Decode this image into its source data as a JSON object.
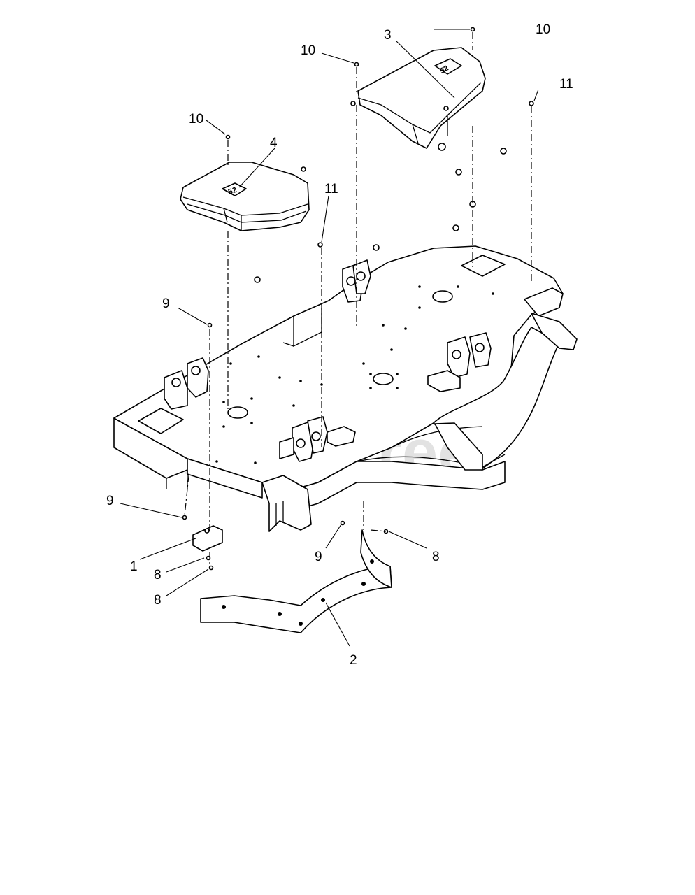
{
  "watermark": {
    "text": "PartsTree",
    "trademark": "TM"
  },
  "callouts": [
    {
      "id": "c10a",
      "label": "10"
    },
    {
      "id": "c10b",
      "label": "10"
    },
    {
      "id": "c10c",
      "label": "10"
    },
    {
      "id": "c3",
      "label": "3"
    },
    {
      "id": "c11a",
      "label": "11"
    },
    {
      "id": "c11b",
      "label": "11"
    },
    {
      "id": "c4",
      "label": "4"
    },
    {
      "id": "c9a",
      "label": "9"
    },
    {
      "id": "c9b",
      "label": "9"
    },
    {
      "id": "c9c",
      "label": "9"
    },
    {
      "id": "c1",
      "label": "1"
    },
    {
      "id": "c8a",
      "label": "8"
    },
    {
      "id": "c8b",
      "label": "8"
    },
    {
      "id": "c8c",
      "label": "8"
    },
    {
      "id": "c2",
      "label": "2"
    }
  ],
  "cover_marks": {
    "left_cover_logo": "52",
    "right_cover_logo": "52"
  }
}
